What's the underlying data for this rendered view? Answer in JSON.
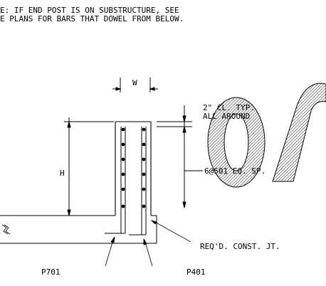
{
  "note": {
    "line1": "E: IF END POST IS ON SUBSTRUCTURE, SEE",
    "line2": "E PLANS FOR BARS THAT DOWEL FROM BELOW."
  },
  "dimensions": {
    "width": "W",
    "height": "H",
    "clear_cover_line1": "2\" CL. TYP.",
    "clear_cover_line2": "ALL AROUND",
    "spacing": "6@501 EQ. SP."
  },
  "labels": {
    "bar_p701": "P701",
    "bar_p401": "P401",
    "joint": "REQ'D. CONST. JT."
  },
  "watermark": {
    "text": "Or"
  },
  "colors": {
    "ink": "#000000",
    "background": "#ffffff"
  }
}
